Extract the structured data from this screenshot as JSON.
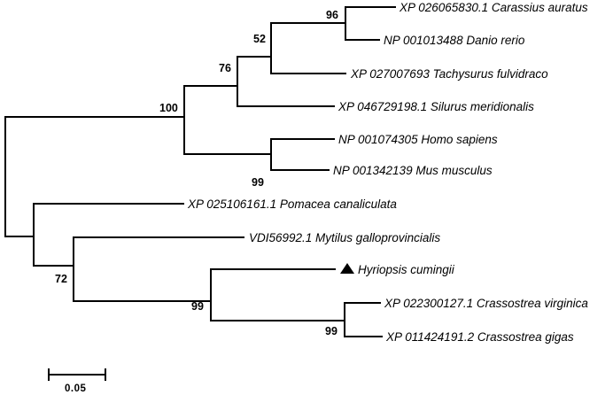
{
  "tree": {
    "leaves": {
      "carassius": "XP 026065830.1 Carassius auratus",
      "danio": "NP 001013488 Danio rerio",
      "tachysurus": "XP 027007693 Tachysurus fulvidraco",
      "silurus": "XP 046729198.1 Silurus meridionalis",
      "homo": "NP 001074305 Homo sapiens",
      "mus": "NP 001342139 Mus musculus",
      "pomacea": "XP 025106161.1 Pomacea canaliculata",
      "mytilus": "VDI56992.1 Mytilus galloprovincialis",
      "hyriopsis": "Hyriopsis cumingii",
      "virginica": "XP 022300127.1 Crassostrea virginica",
      "gigas": "XP 011424191.2 Crassostrea gigas"
    },
    "bootstrap": {
      "carassius_danio": "96",
      "cyprinids_tachysurus": "52",
      "fish_clade": "76",
      "vertebrates": "100",
      "mammals": "99",
      "mytilus_group": "72",
      "hyriopsis_oysters": "99",
      "oysters": "99"
    },
    "marker": {
      "target_leaf": "hyriopsis",
      "shape": "filled-triangle-icon",
      "color": "#000000"
    }
  },
  "scale_bar": {
    "value": 0.05,
    "label": "0.05"
  }
}
